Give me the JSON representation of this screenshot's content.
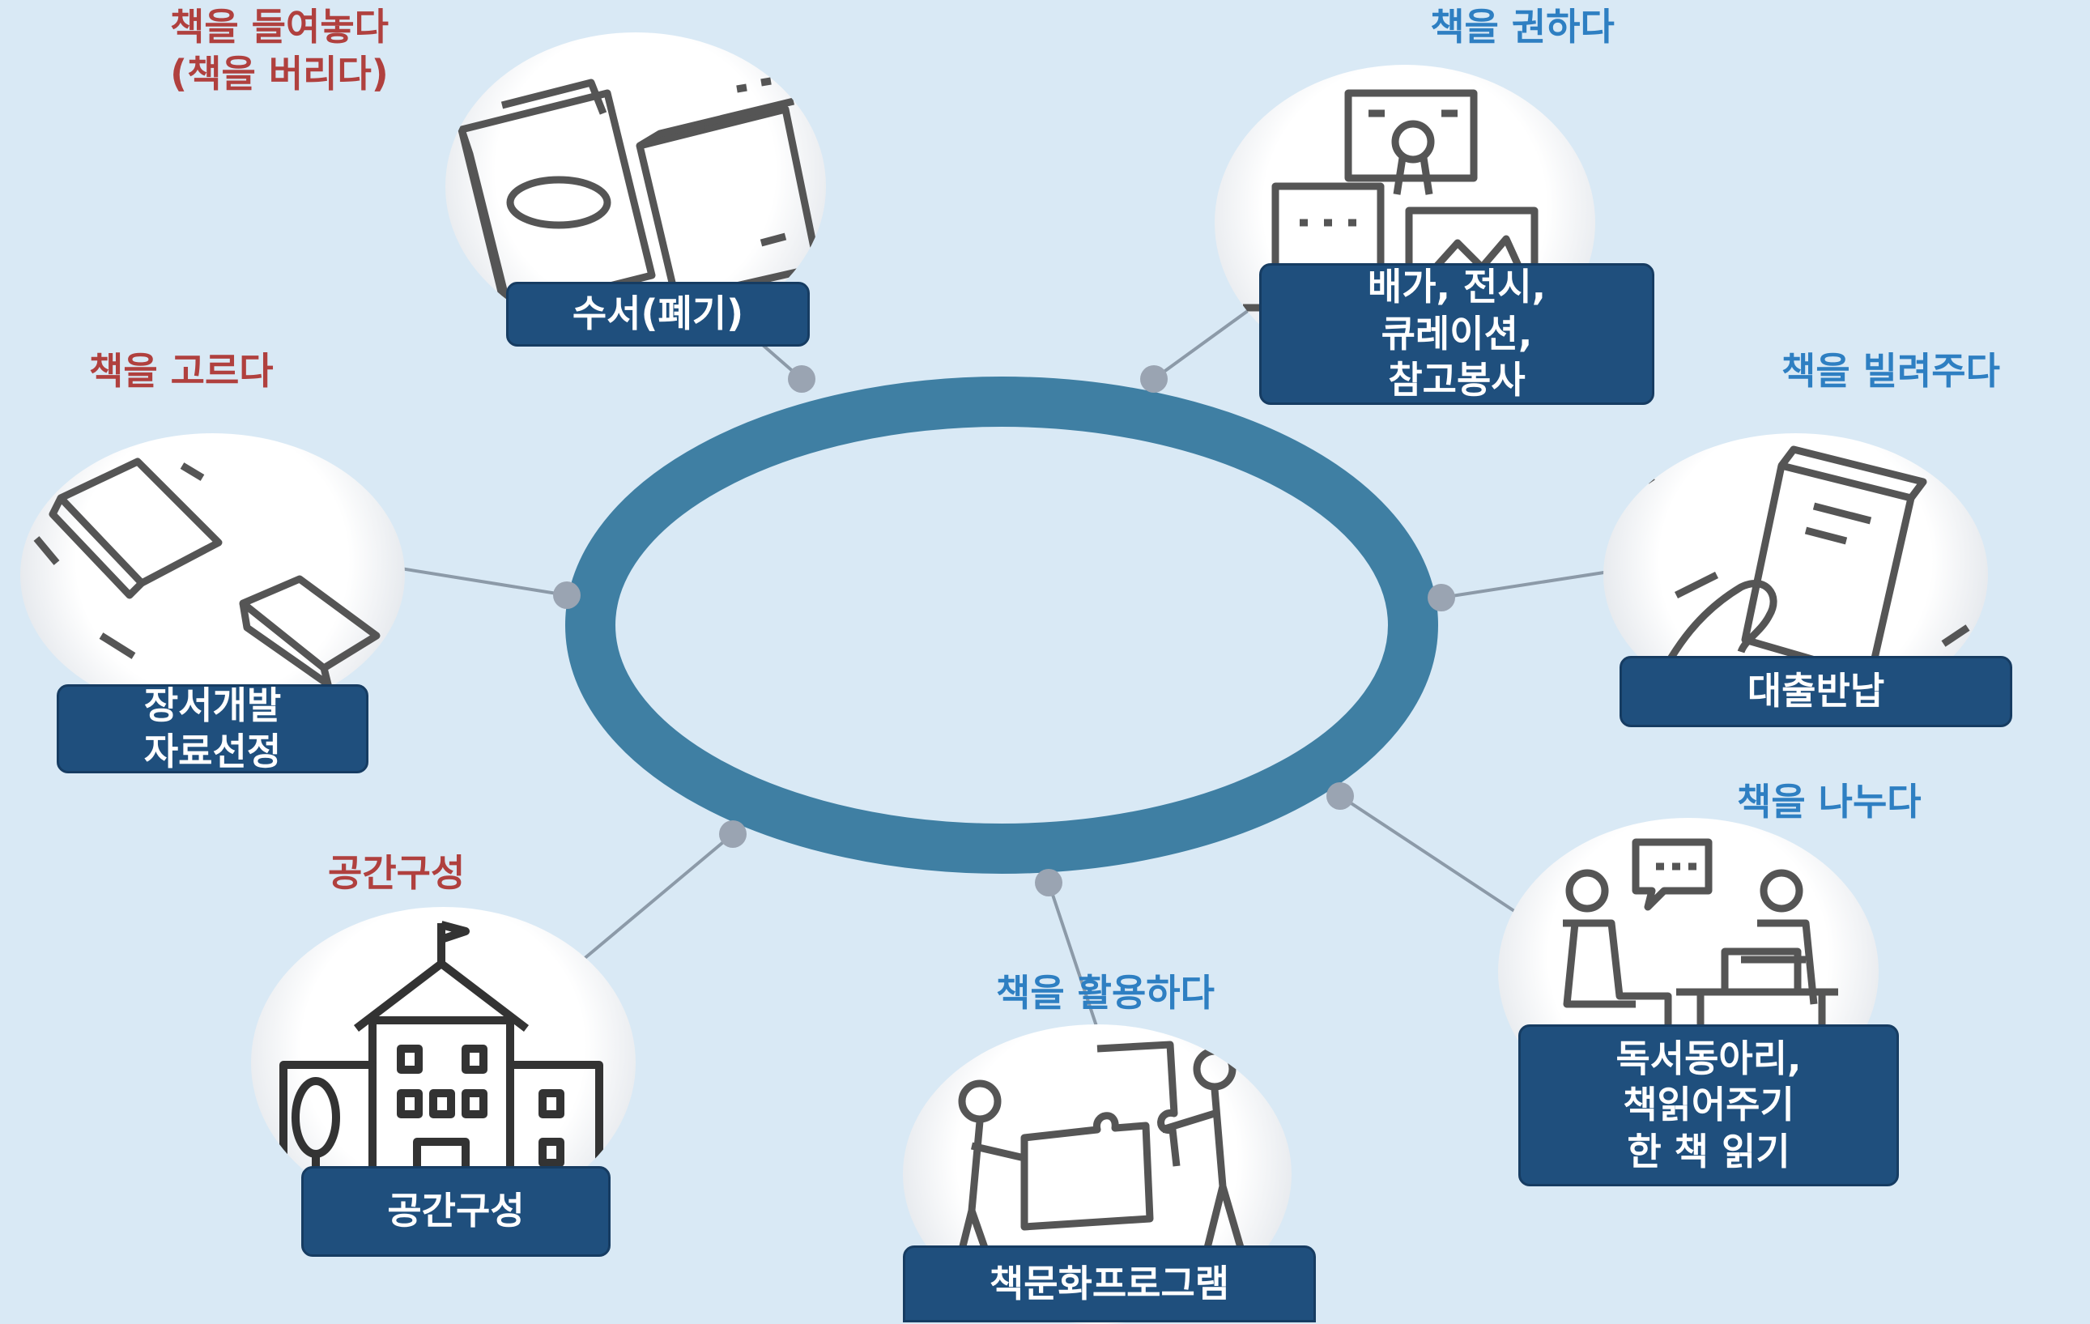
{
  "nodes": {
    "weed": {
      "caption_lines": [
        "책을 들여놓다",
        "(책을 버리다)"
      ],
      "box_lines": [
        "수서(폐기)"
      ],
      "icon": "books-icon"
    },
    "select": {
      "caption_lines": [
        "책을 고르다"
      ],
      "box_lines": [
        "장서개발",
        "자료선정"
      ],
      "icon": "tablet-book-icon"
    },
    "space": {
      "caption_lines": [
        "공간구성"
      ],
      "box_lines": [
        "공간구성"
      ],
      "icon": "school-building-icon"
    },
    "use": {
      "caption_lines": [
        "책을 활용하다"
      ],
      "box_lines": [
        "책문화프로그램"
      ],
      "icon": "puzzle-people-icon"
    },
    "share": {
      "caption_lines": [
        "책을 나누다"
      ],
      "box_lines": [
        "독서동아리,",
        "책읽어주기",
        "한 책 읽기"
      ],
      "icon": "people-meeting-icon"
    },
    "lend": {
      "caption_lines": [
        "책을 빌려주다"
      ],
      "box_lines": [
        "대출반납"
      ],
      "icon": "hand-book-icon"
    },
    "recommend": {
      "caption_lines": [
        "책을 권하다"
      ],
      "box_lines": [
        "배가, 전시,",
        "큐레이션,",
        "참고봉사"
      ],
      "icon": "computer-certificate-icon"
    }
  },
  "colors": {
    "background": "#d9e9f5",
    "ring": "#3f7fa3",
    "caption_red": "#b0403e",
    "caption_blue": "#2e7fc2",
    "box_fill": "#1f4f7d",
    "connector": "#8c9aa8"
  }
}
